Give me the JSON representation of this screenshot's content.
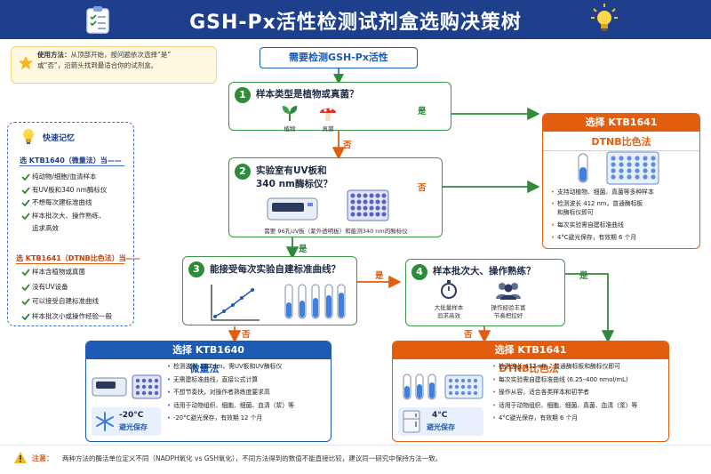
{
  "title": "GSH-Px活性检测试剂盒选购决策树",
  "usage": {
    "label": "使用方法：",
    "text1": "从顶部开始，按问题依次选择“是”",
    "text2": "或“否”，沿箭头找到最适合你的试剂盒。"
  },
  "memo": {
    "title": "快速记忆",
    "group1_title": "选 KTB1640（微量法）当——",
    "group1_items": [
      "纯动物/细胞/血清样本",
      "有UV板和340 nm酶标仪",
      "不想每次建标准曲线",
      "样本批次大、操作熟练、",
      "追求高效"
    ],
    "group2_title": "选 KTB1641（DTNB比色法）当——",
    "group2_items": [
      "样本含植物或真菌",
      "没有UV设备",
      "可以接受自建标准曲线",
      "样本批次小或操作经验一般"
    ]
  },
  "flow": {
    "start": "需要检测GSH-Px活性",
    "q1": {
      "num": "1",
      "text": "样本类型是植物或真菌？",
      "icon1": "植物",
      "icon2": "真菌"
    },
    "q2": {
      "num": "2",
      "text1": "实验室有UV板和",
      "text2": "340 nm酶标仪？",
      "caption": "需要 96孔UV板（紫外透明板）和能测340 nm的酶标仪"
    },
    "q3": {
      "num": "3",
      "text": "能接受每次实验自建标准曲线？"
    },
    "q4": {
      "num": "4",
      "text": "样本批次大、操作熟练？",
      "cap1a": "大批量样本",
      "cap1b": "追求高效",
      "cap2a": "操作经验丰富",
      "cap2b": "节奏把控好"
    },
    "yes": "是",
    "no": "否"
  },
  "result_top": {
    "head": "选择  KTB1641",
    "sub": "DTNB比色法",
    "items": [
      "支持动植物、细菌、真菌等多种样本",
      "检测波长 412 nm，普通酶标板",
      "和酶标仪即可",
      "每次实验需自建标准曲线",
      "4°C避光保存，有效期 6 个月"
    ]
  },
  "result_left": {
    "head": "选择  KTB1640",
    "sub": "微量法",
    "temp": "-20°C",
    "storage": "避光保存",
    "items": [
      "检测波长 340 nm，需UV板和UV酶标仪",
      "无需建标准曲线，直接公式计算",
      "不想节奏快，对操作者熟练度要求高",
      "适用于动物组织、细胞、细菌、血清（浆）等",
      "-20°C避光保存，有效期 12 个月"
    ]
  },
  "result_right": {
    "head": "选择  KTB1641",
    "sub": "DTNB比色法",
    "temp": "4°C",
    "storage": "避光保存",
    "items": [
      "检测波长 412 nm，普通酶标板和酶标仪即可",
      "每次实验需自建标准曲线 (6.25–400 nmol/mL)",
      "操作从容，适合各类样本和初学者",
      "适用于动物组织、细胞、细菌、真菌、血清（浆）等",
      "4°C避光保存，有效期 6 个月"
    ]
  },
  "note": {
    "label": "注意：",
    "text": "两种方法的酶活单位定义不同（NADPH氧化 vs GSH氧化），不同方法得到的数值不能直接比较，建议同一研究中保持方法一致。"
  },
  "colors": {
    "navy": "#1d3f8c",
    "green": "#2e8b3a",
    "orange": "#e35d0e",
    "blue": "#1d5bb5"
  }
}
